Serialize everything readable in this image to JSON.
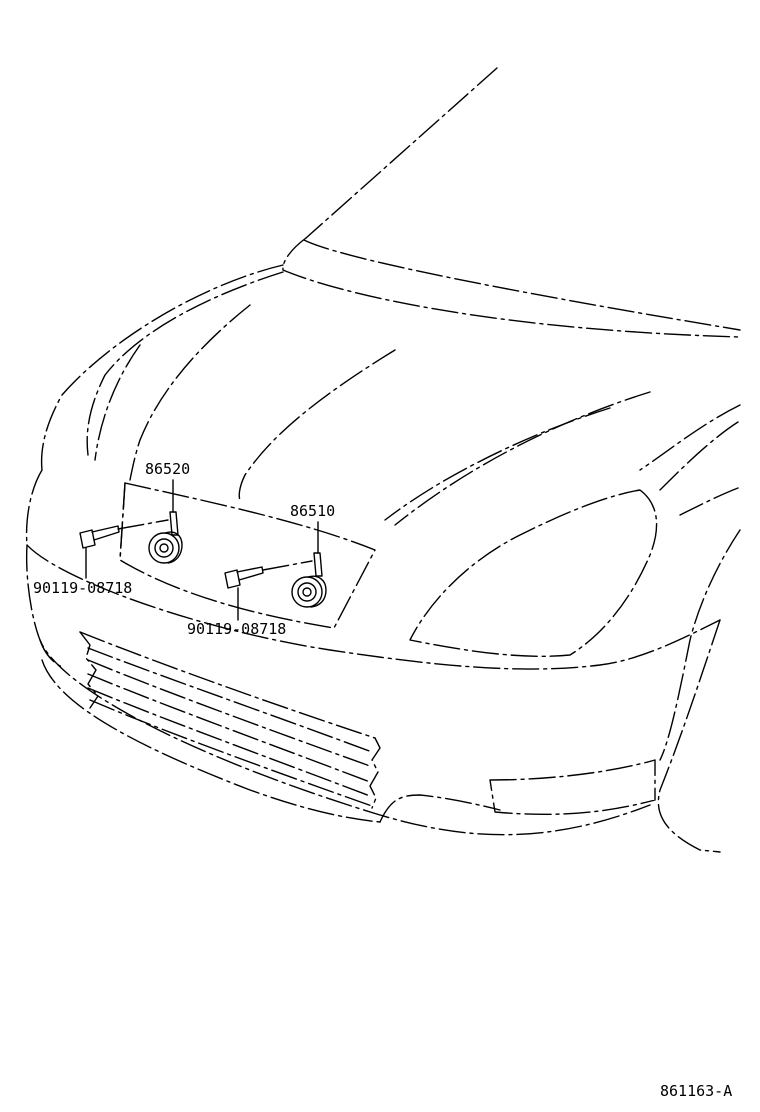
{
  "callouts": [
    {
      "id": "horn-left",
      "text": "86520"
    },
    {
      "id": "horn-right",
      "text": "86510"
    },
    {
      "id": "bolt-left",
      "text": "90119-08718"
    },
    {
      "id": "bolt-right",
      "text": "90119-08718"
    }
  ],
  "figure_code": "861163-A"
}
